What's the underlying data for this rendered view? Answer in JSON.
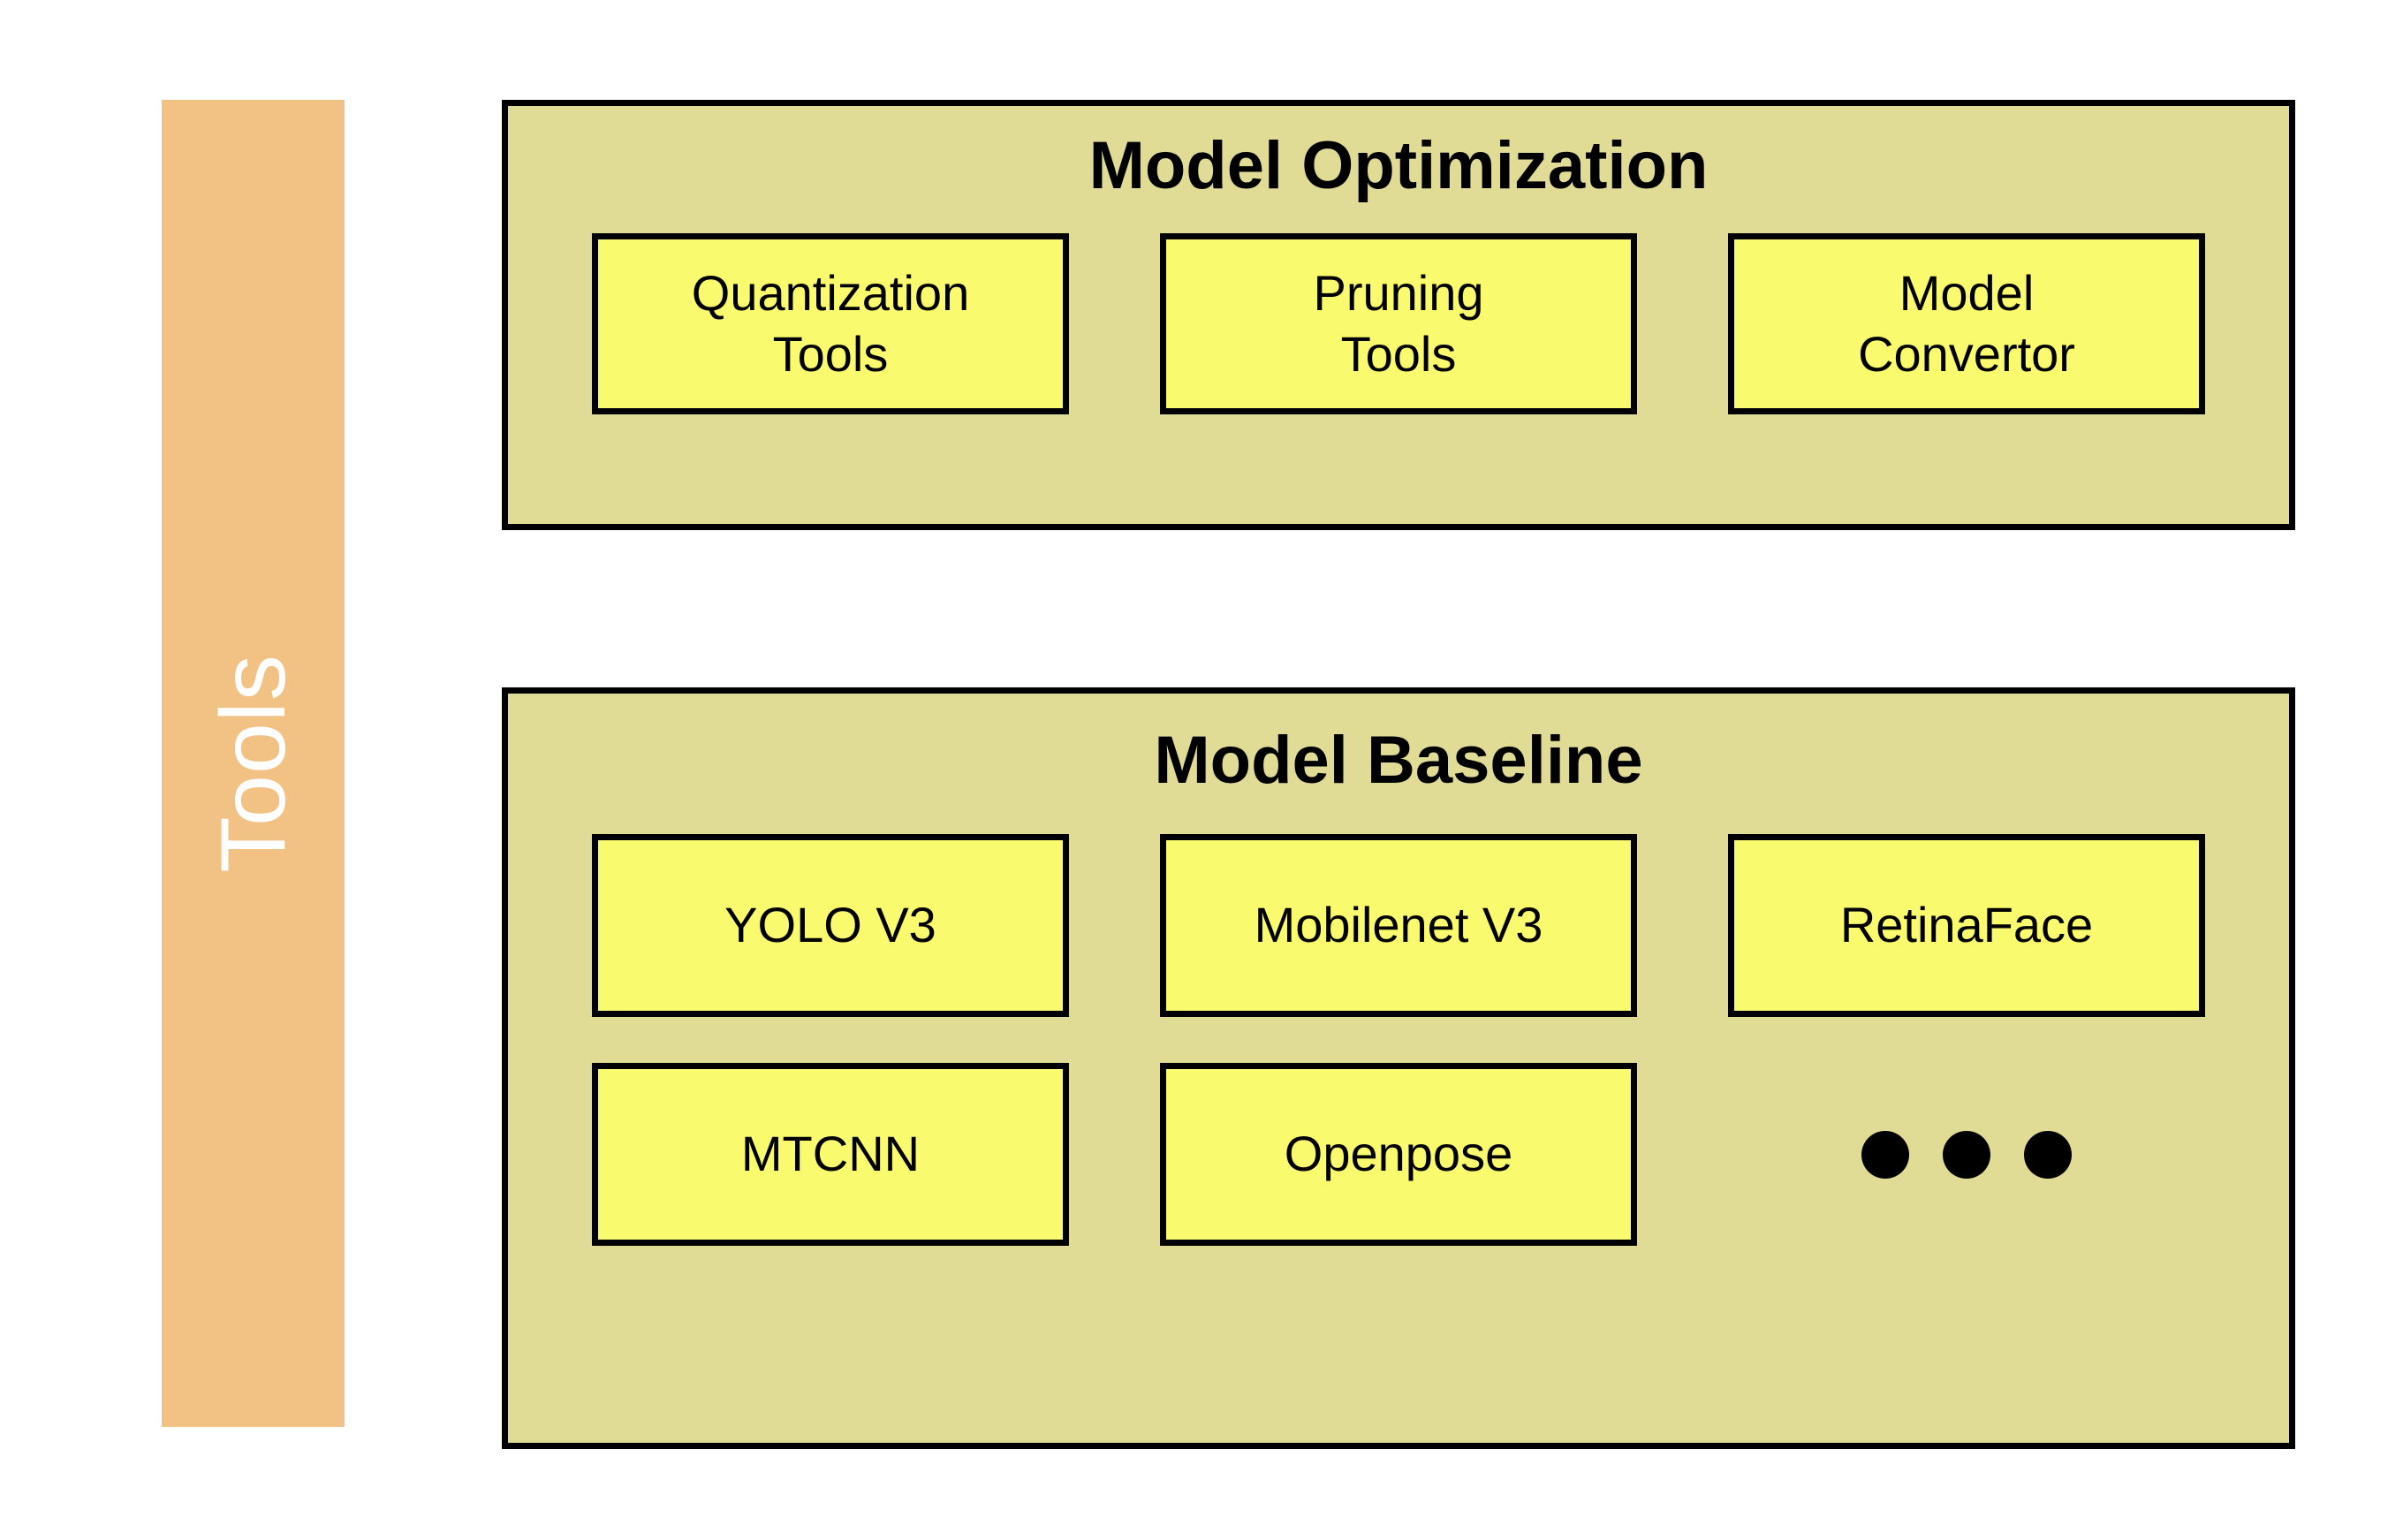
{
  "colors": {
    "background": "#ffffff",
    "category_bar": "#f2c184",
    "category_label": "#ffffff",
    "panel_fill": "#e0dc96",
    "item_fill": "#fafa6e",
    "stroke": "#000000"
  },
  "category": {
    "label": "Tools",
    "orientation": "vertical-bottom-to-top"
  },
  "panels": [
    {
      "id": "model-optimization",
      "title": "Model Optimization",
      "rows": [
        {
          "items": [
            {
              "label": "Quantization\nTools",
              "type": "box"
            },
            {
              "label": "Pruning\nTools",
              "type": "box"
            },
            {
              "label": "Model\nConvertor",
              "type": "box"
            }
          ]
        }
      ]
    },
    {
      "id": "model-baseline",
      "title": "Model Baseline",
      "rows": [
        {
          "items": [
            {
              "label": "YOLO V3",
              "type": "box"
            },
            {
              "label": "Mobilenet V3",
              "type": "box"
            },
            {
              "label": "RetinaFace",
              "type": "box"
            }
          ]
        },
        {
          "items": [
            {
              "label": "MTCNN",
              "type": "box"
            },
            {
              "label": "Openpose",
              "type": "box"
            },
            {
              "label": "",
              "type": "ellipsis",
              "dots": 3,
              "icon": "ellipsis-dots-icon"
            }
          ]
        }
      ]
    }
  ]
}
